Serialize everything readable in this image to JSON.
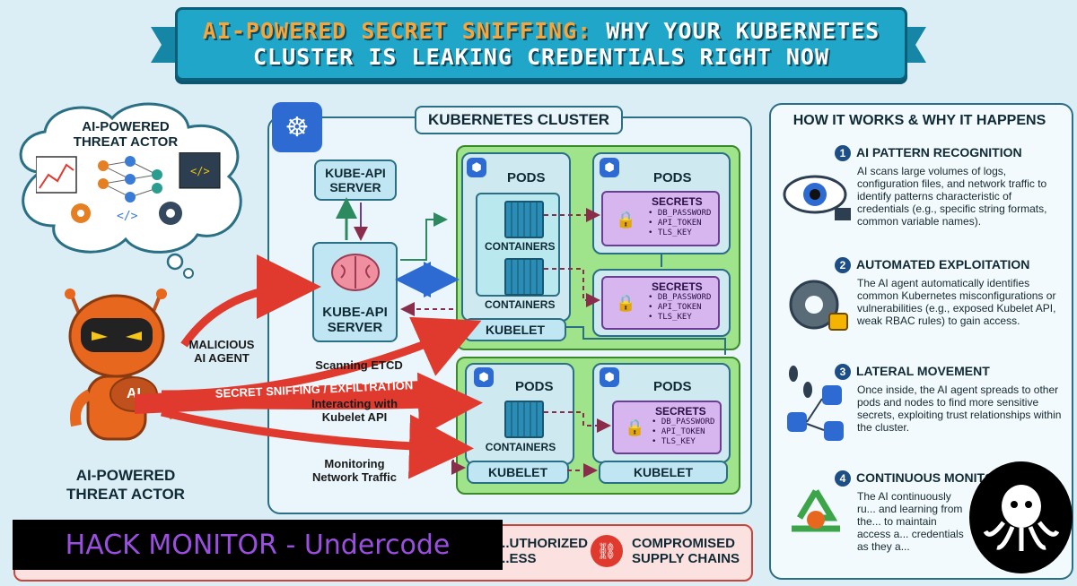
{
  "title": {
    "highlight": "AI-POWERED SECRET SNIFFING:",
    "line1_rest": " WHY YOUR KUBERNETES",
    "line2": "CLUSTER IS LEAKING CREDENTIALS RIGHT NOW"
  },
  "thought_bubble": {
    "label": "AI-POWERED THREAT ACTOR",
    "icon": "neural-network-icon"
  },
  "robot": {
    "badge": "AI",
    "caption": "AI-POWERED THREAT ACTOR"
  },
  "attack_labels": {
    "malicious": "MALICIOUS AI AGENT",
    "sniffing": "SECRET SNIFFING / EXFILTRATION",
    "etcd": "Scanning ETCD",
    "kubelet_api": "Interacting with Kubelet API",
    "network": "Monitoring Network Traffic"
  },
  "cluster": {
    "title": "KUBERNETES CLUSTER",
    "kube_api_small": "KUBE-API SERVER",
    "kube_api_main": "KUBE-API SERVER",
    "pods_label": "PODS",
    "containers_label": "CONTAINERS",
    "kubelet_label": "KUBELET",
    "secrets_title": "SECRETS",
    "secrets_upper": [
      "• DB_PASSWORD",
      "• API_TOKEN",
      "• TLS_KEY"
    ],
    "secrets_middle": [
      "• DB_PASSWORD",
      "• API_TOKEN",
      "• TLS_KEY"
    ],
    "secrets_lower": [
      "• DB_PASSWORD",
      "• API_TOKEN",
      "• TLS_KEY"
    ]
  },
  "how_it_works": {
    "title": "HOW IT WORKS & WHY IT HAPPENS",
    "steps": [
      {
        "num": "1",
        "title": "AI PATTERN RECOGNITION",
        "text": "AI scans large volumes of logs, configuration files, and network traffic to identify patterns characteristic of credentials (e.g., specific string formats, common variable names).",
        "icon": "eye-icon"
      },
      {
        "num": "2",
        "title": "AUTOMATED EXPLOITATION",
        "text": "The AI agent automatically identifies common Kubernetes misconfigurations or vulnerabilities (e.g., exposed Kubelet API, weak RBAC rules) to gain access.",
        "icon": "gear-wrench-lock-icon"
      },
      {
        "num": "3",
        "title": "LATERAL MOVEMENT",
        "text": "Once inside, the AI agent spreads to other pods and nodes to find more sensitive secrets, exploiting trust relationships within the cluster.",
        "icon": "footprints-icon"
      },
      {
        "num": "4",
        "title": "CONTINUOUS MONITORING",
        "text": "The AI continuously ru... and learning from the... to maintain access a... credentials as they a...",
        "icon": "recycle-icon"
      }
    ]
  },
  "bottom": {
    "unauthorized": "...UTHORIZED ...ESS",
    "compromised": "COMPROMISED SUPPLY CHAINS"
  },
  "watermark": "HACK MONITOR - Undercode",
  "colors": {
    "accent": "#1fa6c9",
    "attack_red": "#e03a2f",
    "cluster_green": "#9fe38a",
    "secret_purple": "#d7b6ef",
    "watermark_text": "#9b4fe0"
  }
}
